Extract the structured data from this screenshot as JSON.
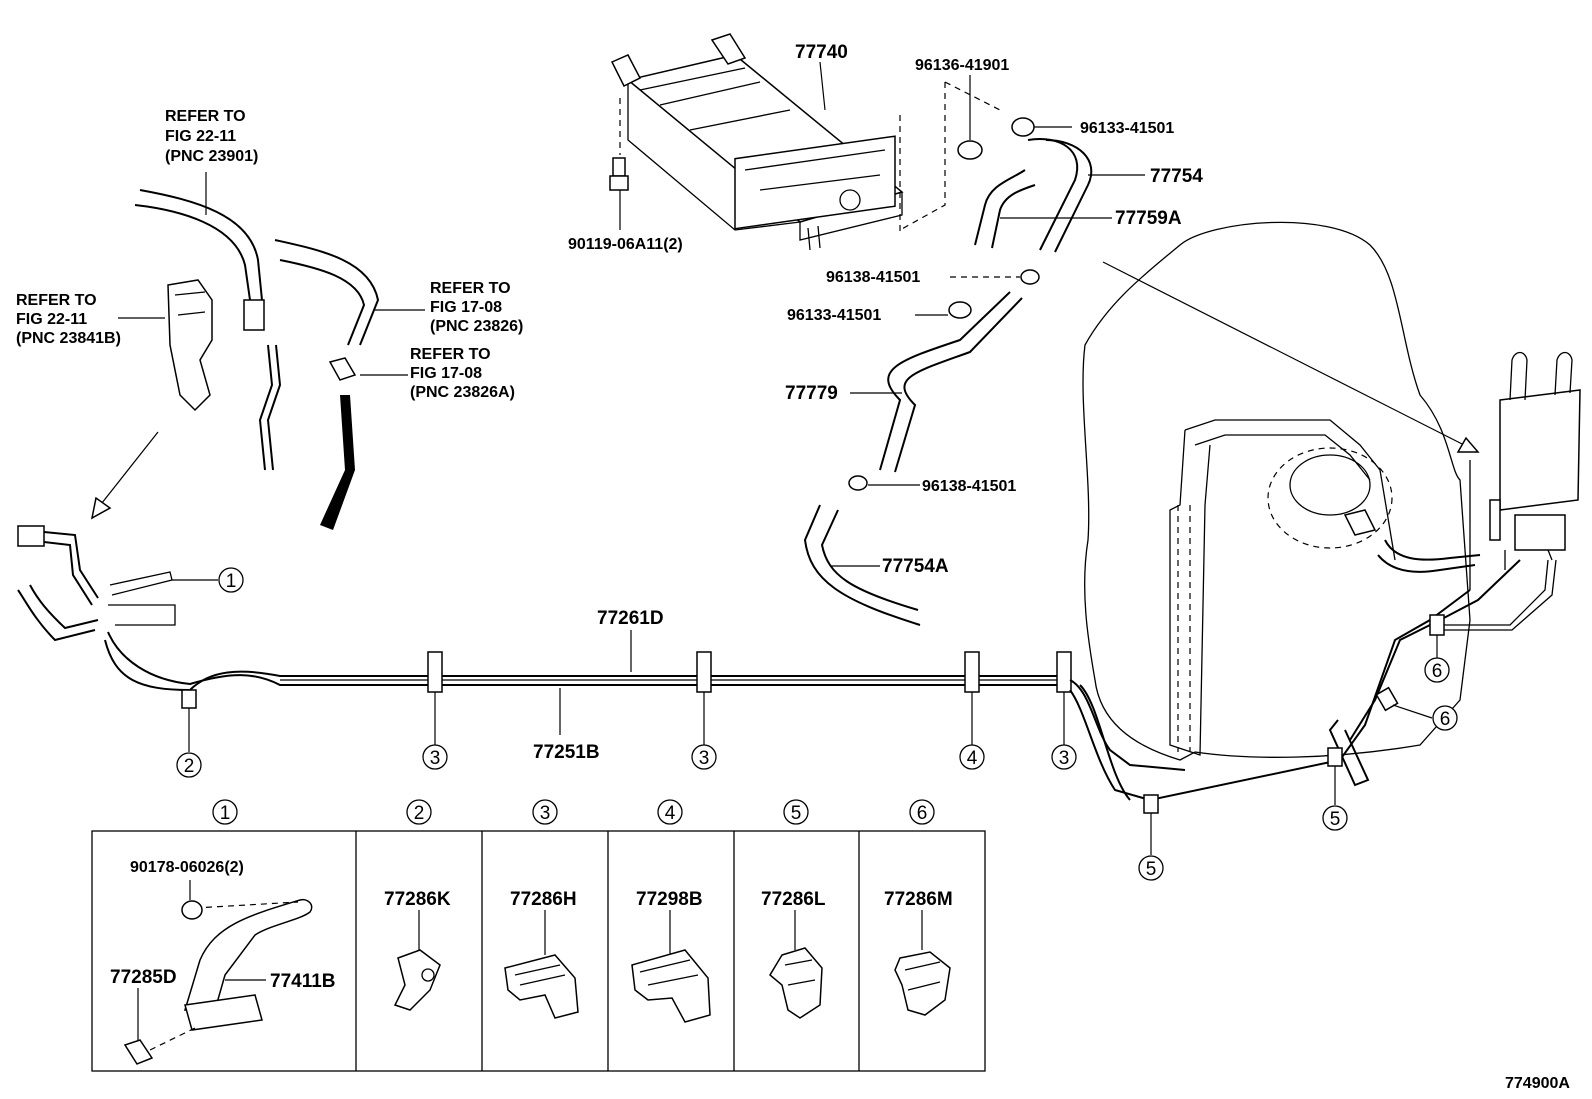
{
  "title": "",
  "figure_code": "774900A",
  "part_labels": {
    "p77740": "77740",
    "p96136_41901": "96136-41901",
    "p96133_41501_a": "96133-41501",
    "p77754": "77754",
    "p77759A": "77759A",
    "p90119": "90119-06A11(2)",
    "p96138_41501_a": "96138-41501",
    "p96133_41501_b": "96133-41501",
    "p77779": "77779",
    "p96138_41501_b": "96138-41501",
    "p77754A": "77754A",
    "p77261D": "77261D",
    "p77251B": "77251B"
  },
  "references": {
    "ref1": [
      "REFER TO",
      "FIG 22-11",
      "(PNC 23901)"
    ],
    "ref2": [
      "REFER TO",
      "FIG 22-11",
      "(PNC 23841B)"
    ],
    "ref3": [
      "REFER TO",
      "FIG 17-08",
      "(PNC 23826)"
    ],
    "ref4": [
      "REFER TO",
      "FIG 17-08",
      "(PNC 23826A)"
    ]
  },
  "callouts": {
    "c1": "1",
    "c2": "2",
    "c3": "3",
    "c4": "4",
    "c5": "5",
    "c6": "6"
  },
  "detail_table": {
    "headers": [
      "1",
      "2",
      "3",
      "4",
      "5",
      "6"
    ],
    "cells": [
      {
        "parts": [
          "90178-06026(2)",
          "77285D",
          "77411B"
        ]
      },
      {
        "parts": [
          "77286K"
        ]
      },
      {
        "parts": [
          "77286H"
        ]
      },
      {
        "parts": [
          "77298B"
        ]
      },
      {
        "parts": [
          "77286L"
        ]
      },
      {
        "parts": [
          "77286M"
        ]
      }
    ]
  }
}
